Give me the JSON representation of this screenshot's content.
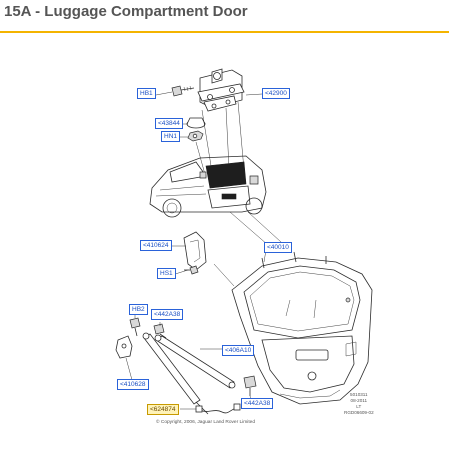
{
  "header": {
    "title": "15A - Luggage Compartment Door"
  },
  "callouts": {
    "hb1": "HB1",
    "c42900": "<42900",
    "c43844": "<43844",
    "hn1": "HN1",
    "c410624": "<410624",
    "hs1": "HS1",
    "c40010": "<40010",
    "hb2": "HB2",
    "c442a38_top": "<442A38",
    "c406a10": "<406A10",
    "c410628": "<410628",
    "c442a38_bottom": "<442A38",
    "c624874": "<624874"
  },
  "footer": {
    "copyright": "© Copyright, 2006, Jaguar Land Rover Limited",
    "ref_line1": "5010311",
    "ref_line2": "08-2011",
    "ref_line3": "LT",
    "ref_line4": "RGD06609-02"
  },
  "colors": {
    "accent": "#f4b400",
    "callout_blue": "#2a62d9",
    "title_grey": "#555555"
  }
}
